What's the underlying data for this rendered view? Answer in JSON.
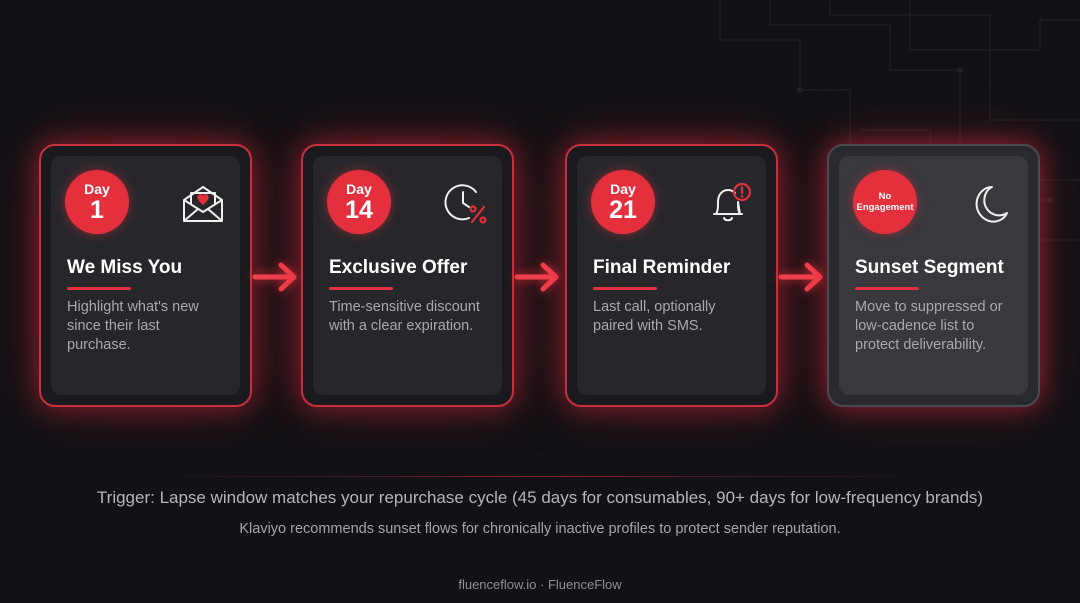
{
  "steps": [
    {
      "badge_top": "Day",
      "badge_main": "1",
      "title": "We Miss You",
      "description": "Highlight what's new since their last purchase.",
      "icon": "envelope-heart-icon"
    },
    {
      "badge_top": "Day",
      "badge_main": "14",
      "title": "Exclusive Offer",
      "description": "Time-sensitive discount with a clear expiration.",
      "icon": "clock-percent-icon"
    },
    {
      "badge_top": "Day",
      "badge_main": "21",
      "title": "Final Reminder",
      "description": "Last call, optionally paired with SMS.",
      "icon": "bell-alert-icon"
    },
    {
      "badge_label": "No Engagement",
      "title": "Sunset Segment",
      "description": "Move to suppressed or low-cadence list to protect deliverability.",
      "icon": "moon-icon"
    }
  ],
  "trigger_text": "Trigger: Lapse window matches your repurchase cycle (45 days for consumables, 90+ days for low-frequency brands)",
  "note_text": "Klaviyo recommends sunset flows for chronically inactive profiles to protect sender reputation.",
  "footer_text": "fluenceflow.io · FluenceFlow",
  "colors": {
    "accent": "#e3303c",
    "background": "#121216",
    "card": "#27272b",
    "card_sunset": "#38383d"
  }
}
